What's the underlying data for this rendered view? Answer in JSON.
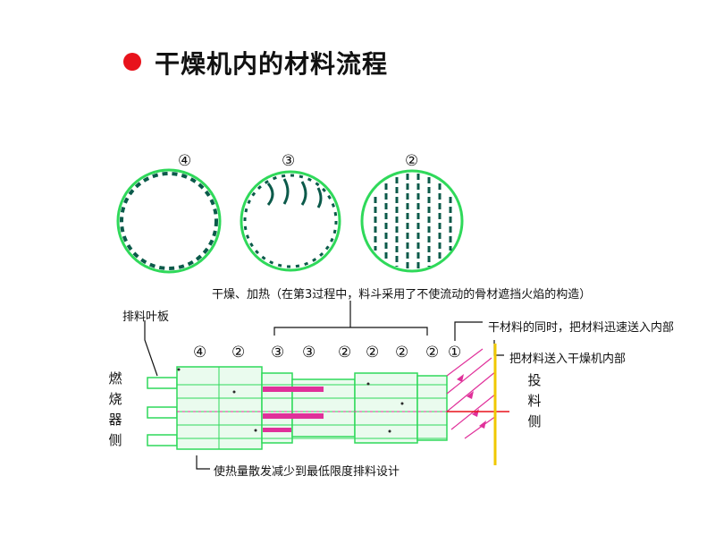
{
  "title": "干燥机内的材料流程",
  "circle_labels": [
    "④",
    "③",
    "②"
  ],
  "heating_note": "干燥、加热（在第3过程中，料斗采用了不使流动的骨材遮挡火焰的构造）",
  "discharge_blade": "排料叶板",
  "burner_side": [
    "燃",
    "烧",
    "器",
    "侧"
  ],
  "feed_side": [
    "投",
    "料",
    "侧"
  ],
  "zone_labels": [
    "④",
    "②",
    "③",
    "③",
    "②",
    "②",
    "②",
    "②",
    "①"
  ],
  "note_dry_material": "干材料的同时，把材料迅速送入内部",
  "note_feed_inside": "把材料送入干燥机内部",
  "note_heat_loss": "使热量散发减少到最低限度排料设计",
  "colors": {
    "accent_red": "#e8121b",
    "flight_green": "#2fd95a",
    "hot_magenta": "#e0309a",
    "feed_yellow": "#f0c800"
  }
}
